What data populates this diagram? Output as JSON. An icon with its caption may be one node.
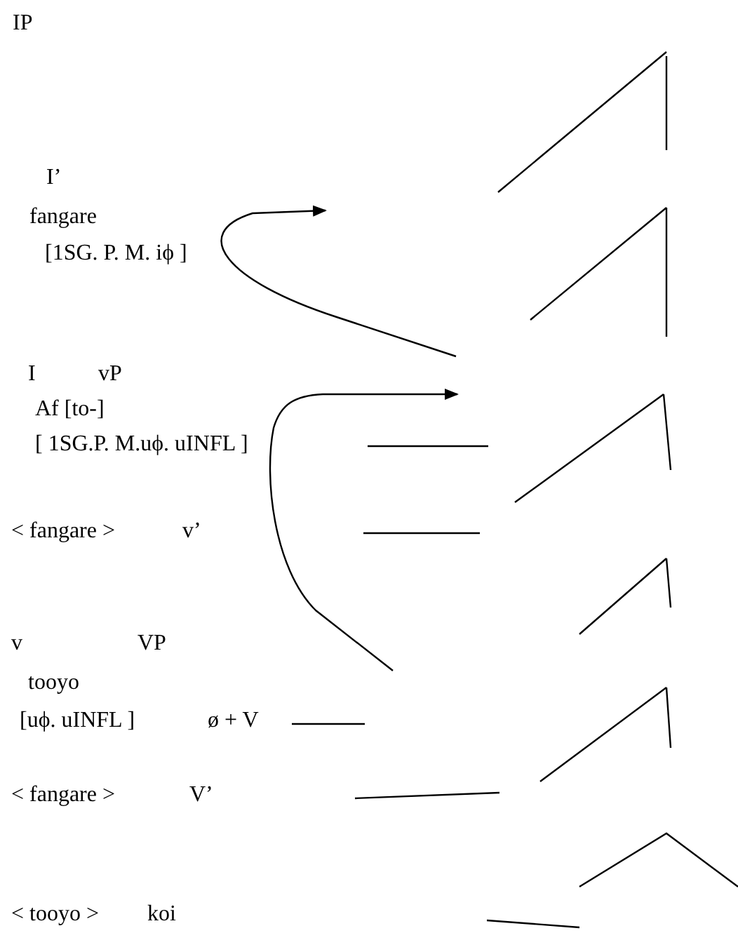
{
  "diagram": {
    "labels": [
      "IP",
      "I’",
      "fangare",
      "[1SG. P. M. iϕ ]",
      "I",
      "vP",
      "Af [to-]",
      "[ 1SG.P. M.uϕ. uINFL ]",
      "< fangare >",
      "v’",
      "v",
      "VP",
      "tooyo",
      "[uϕ. uINFL ]",
      "ø + V",
      "< fangare >",
      "V’",
      "< tooyo >",
      "koi"
    ]
  }
}
